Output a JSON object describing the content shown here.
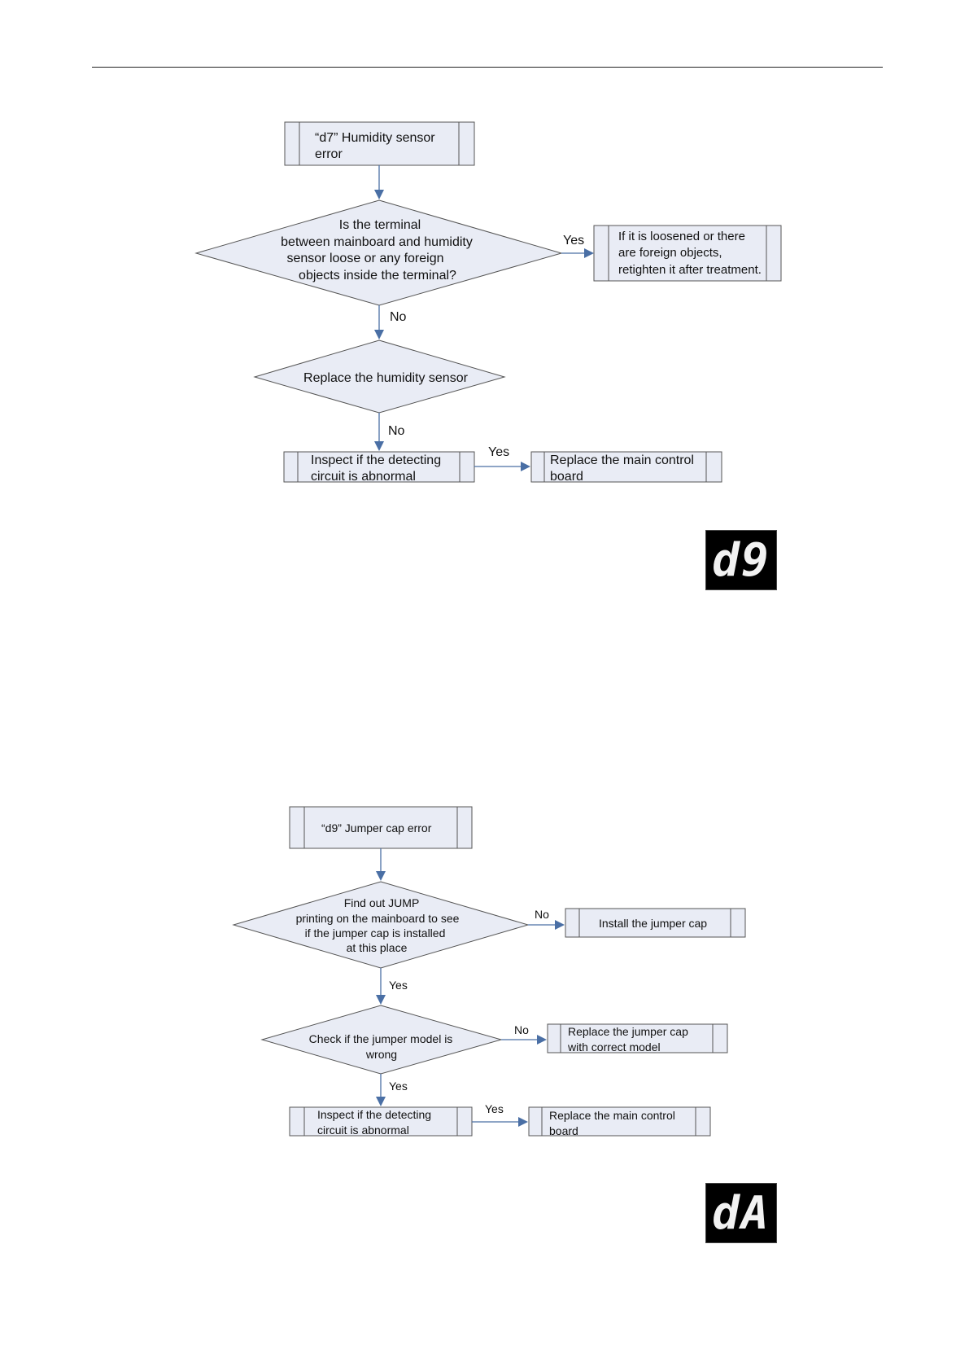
{
  "flow1": {
    "start": [
      "“d7” Humidity sensor",
      "error"
    ],
    "q1": [
      "Is the terminal",
      "between mainboard and humidity",
      "sensor loose or any foreign",
      "objects inside the terminal?"
    ],
    "q1_yes": "Yes",
    "fix1": [
      "If it is loosened or there",
      "are foreign objects,",
      "retighten it after treatment."
    ],
    "q1_no": "No",
    "q2": "Replace the humidity sensor",
    "q2_no": "No",
    "inspect": [
      "Inspect if the detecting",
      "circuit is abnormal"
    ],
    "inspect_yes": "Yes",
    "replace_board": [
      "Replace the main control",
      "board"
    ]
  },
  "flow2": {
    "start": "“d9” Jumper cap error",
    "q1": [
      "Find out JUMP",
      "printing on the mainboard to see",
      "if the jumper cap is installed",
      "at this place"
    ],
    "q1_no": "No",
    "install": "Install the jumper cap",
    "q1_yes": "Yes",
    "q2": [
      "Check if the jumper model is",
      "wrong"
    ],
    "q2_no": "No",
    "replace_cap": [
      "Replace the jumper cap",
      "with correct model"
    ],
    "q2_yes": "Yes",
    "inspect": [
      "Inspect if the detecting",
      "circuit is abnormal"
    ],
    "inspect_yes": "Yes",
    "replace_board": [
      "Replace the main control",
      "board"
    ]
  },
  "display_codes": {
    "code1": "d9",
    "code2": "dA"
  }
}
